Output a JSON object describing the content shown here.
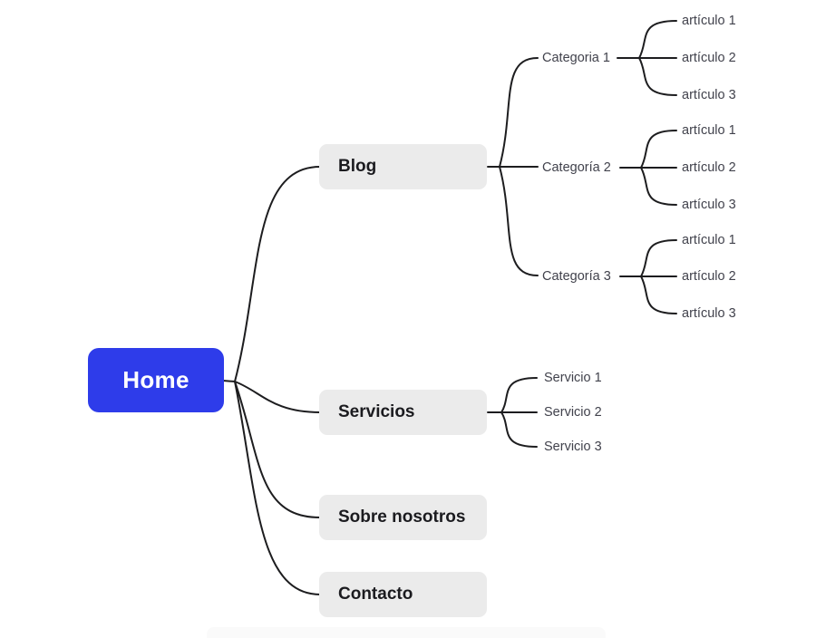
{
  "colors": {
    "home_bg": "#2e3cea",
    "home_text": "#ffffff",
    "branch_bg": "#ebebeb",
    "branch_text": "#1b1b1f",
    "label_text": "#41424c",
    "line_color": "#1d1d1f",
    "faint_band": "#fafafa",
    "background": "#ffffff"
  },
  "tree": {
    "root": {
      "label": "Home"
    },
    "branches": [
      {
        "label": "Blog"
      },
      {
        "label": "Servicios"
      },
      {
        "label": "Sobre nosotros"
      },
      {
        "label": "Contacto"
      }
    ],
    "categories": [
      {
        "label": "Categoria 1",
        "articles": [
          "artículo 1",
          "artículo 2",
          "artículo 3"
        ]
      },
      {
        "label": "Categoría 2",
        "articles": [
          "artículo 1",
          "artículo 2",
          "artículo 3"
        ]
      },
      {
        "label": "Categoría 3",
        "articles": [
          "artículo 1",
          "artículo 2",
          "artículo 3"
        ]
      }
    ],
    "services": [
      "Servicio 1",
      "Servicio 2",
      "Servicio 3"
    ]
  }
}
